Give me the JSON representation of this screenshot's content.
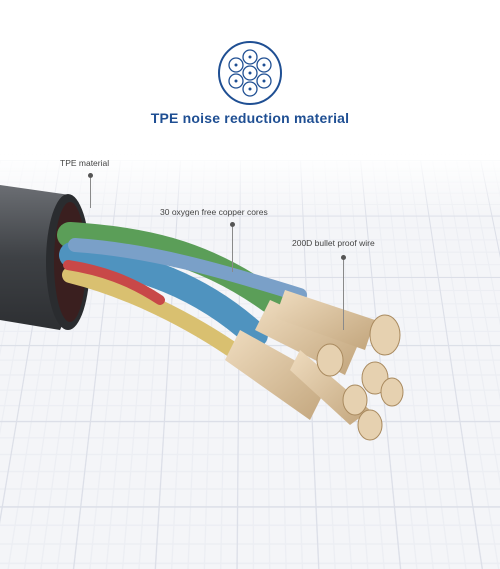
{
  "header": {
    "title": "TPE noise reduction material",
    "icon": "wire-strand-cross-section-icon"
  },
  "callouts": [
    {
      "label": "TPE material"
    },
    {
      "label": "30 oxygen free copper cores"
    },
    {
      "label": "200D bullet proof wire"
    }
  ],
  "colors": {
    "title": "#1f4f93",
    "jacket": "#4a4d52",
    "copper": "#d8bf99",
    "strand_green": "#5b9e58",
    "strand_blue": "#4f93bf",
    "strand_red": "#c84848",
    "strand_yellow": "#d9c070"
  }
}
